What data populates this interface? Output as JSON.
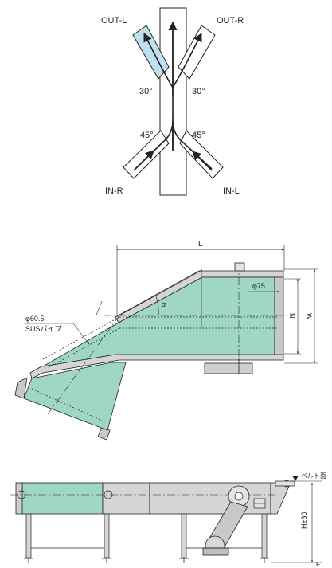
{
  "top": {
    "out_l": "OUT-L",
    "out_r": "OUT-R",
    "in_r": "IN-R",
    "in_l": "IN-L",
    "angle_top_left": "30°",
    "angle_top_right": "30°",
    "angle_bottom_left": "45°",
    "angle_bottom_right": "45°"
  },
  "plan": {
    "dim_l": "L",
    "dim_w": "W",
    "dim_n": "N",
    "pipe_dia": "φ60.5",
    "pipe_material": "SUSパイプ",
    "roller_dia": "φ75",
    "angle_alpha": "α"
  },
  "side": {
    "belt_surface": "ベルト面",
    "height": "H±30",
    "floor": "F.L."
  },
  "colors": {
    "belt_green": "#9fd6c4",
    "highlight_blue": "#bfe0ee",
    "frame_gray": "#cfcfcf",
    "line": "#222222"
  }
}
